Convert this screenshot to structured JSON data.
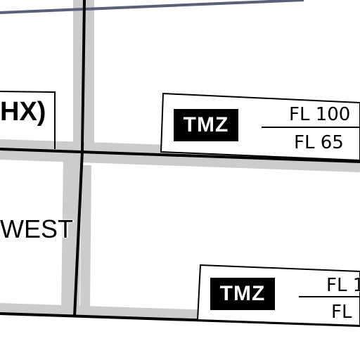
{
  "map": {
    "labels": {
      "airspace_suffix": "HX)",
      "area_name": "WEST"
    },
    "tmz_blocks": [
      {
        "badge": "TMZ",
        "upper_limit": "FL 100",
        "lower_limit": "FL 65"
      },
      {
        "badge": "TMZ",
        "upper_limit": "FL 1",
        "lower_limit": "FL"
      }
    ],
    "colors": {
      "boundary": "#000000",
      "boundary_shadow": "#cccccc",
      "top_line": "#5a5f7a",
      "badge_bg": "#000000",
      "badge_text": "#ffffff",
      "background": "#ffffff"
    }
  }
}
